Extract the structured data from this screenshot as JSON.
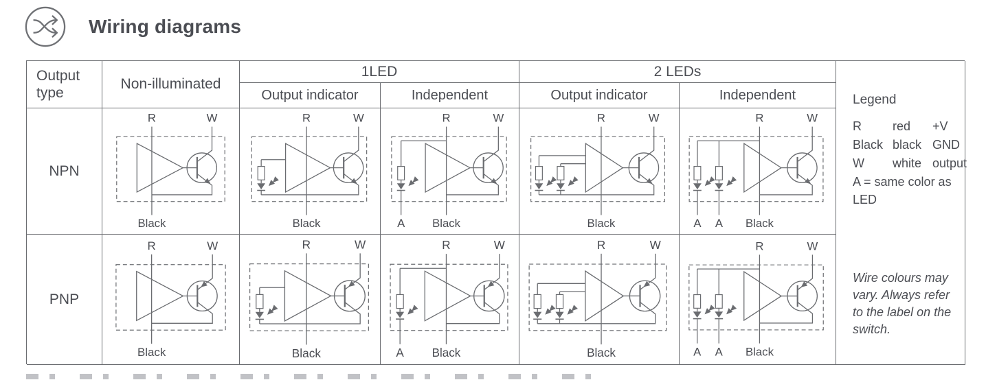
{
  "header": {
    "title": "Wiring diagrams",
    "icon": "shuffle-icon"
  },
  "colors": {
    "ink": "#4b4d53",
    "line": "#6a6c70"
  },
  "table": {
    "corner_header": "Output type",
    "non_illuminated_header": "Non-illuminated",
    "groups": [
      {
        "label": "1LED",
        "subcols": [
          "Output indicator",
          "Independent"
        ]
      },
      {
        "label": "2 LEDs",
        "subcols": [
          "Output indicator",
          "Independent"
        ]
      }
    ],
    "row_labels": [
      "NPN",
      "PNP"
    ]
  },
  "legend": {
    "title": "Legend",
    "entries": [
      {
        "key": "R",
        "color": "red",
        "meaning": "+V"
      },
      {
        "key": "Black",
        "color": "black",
        "meaning": "GND"
      },
      {
        "key": "W",
        "color": "white",
        "meaning": "output"
      }
    ],
    "extra": "A = same color as LED",
    "note": "Wire colours may vary. Always refer to the label on the switch."
  },
  "diagrams": [
    {
      "id": "npn-non-illuminated",
      "transistor": "npn",
      "leds": 0,
      "independent": false,
      "top_labels": [
        "R",
        "W"
      ],
      "bottom_labels": [
        "Black"
      ]
    },
    {
      "id": "npn-1led-output-indicator",
      "transistor": "npn",
      "leds": 1,
      "independent": false,
      "top_labels": [
        "R",
        "W"
      ],
      "bottom_labels": [
        "Black"
      ]
    },
    {
      "id": "npn-1led-independent",
      "transistor": "npn",
      "leds": 1,
      "independent": true,
      "top_labels": [
        "R",
        "W"
      ],
      "bottom_labels": [
        "A",
        "Black"
      ]
    },
    {
      "id": "npn-2leds-output-indicator",
      "transistor": "npn",
      "leds": 2,
      "independent": false,
      "top_labels": [
        "R",
        "W"
      ],
      "bottom_labels": [
        "Black"
      ]
    },
    {
      "id": "npn-2leds-independent",
      "transistor": "npn",
      "leds": 2,
      "independent": true,
      "top_labels": [
        "R",
        "W"
      ],
      "bottom_labels": [
        "A",
        "A",
        "Black"
      ]
    },
    {
      "id": "pnp-non-illuminated",
      "transistor": "pnp",
      "leds": 0,
      "independent": false,
      "top_labels": [
        "R",
        "W"
      ],
      "bottom_labels": [
        "Black"
      ]
    },
    {
      "id": "pnp-1led-output-indicator",
      "transistor": "pnp",
      "leds": 1,
      "independent": false,
      "top_labels": [
        "R",
        "W"
      ],
      "bottom_labels": [
        "Black"
      ]
    },
    {
      "id": "pnp-1led-independent",
      "transistor": "pnp",
      "leds": 1,
      "independent": true,
      "top_labels": [
        "R",
        "W"
      ],
      "bottom_labels": [
        "A",
        "Black"
      ]
    },
    {
      "id": "pnp-2leds-output-indicator",
      "transistor": "pnp",
      "leds": 2,
      "independent": false,
      "top_labels": [
        "R",
        "W"
      ],
      "bottom_labels": [
        "Black"
      ]
    },
    {
      "id": "pnp-2leds-independent",
      "transistor": "pnp",
      "leds": 2,
      "independent": true,
      "top_labels": [
        "R",
        "W"
      ],
      "bottom_labels": [
        "A",
        "A",
        "Black"
      ]
    }
  ]
}
